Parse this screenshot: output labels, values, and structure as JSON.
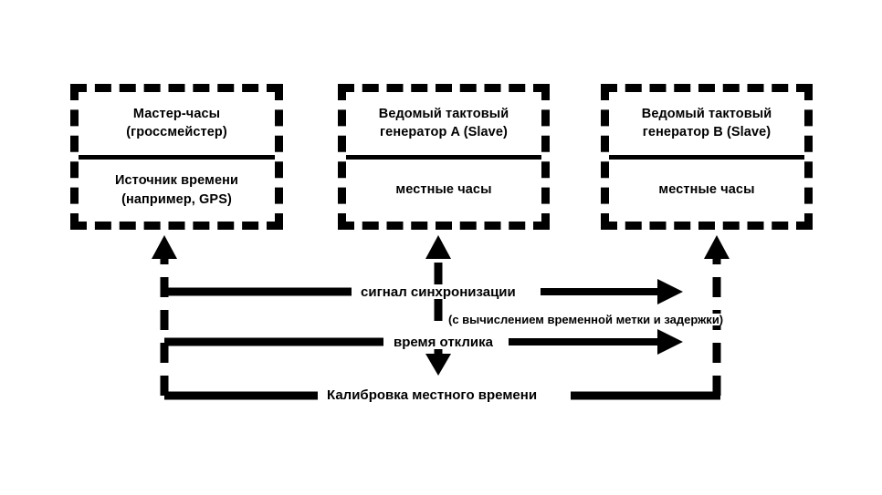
{
  "diagram": {
    "title": "Clock synchronization between master clock and slave clock generators",
    "colors": {
      "stroke": "#000000",
      "background": "#ffffff",
      "text": "#000000"
    },
    "nodes": [
      {
        "id": "master",
        "upper_label": "Мастер-часы\n(гроссмейстер)",
        "lower_label": "Источник времени\n(например, GPS)"
      },
      {
        "id": "slave-a",
        "upper_label": "Ведомый тактовый\nгенератор A (Slave)",
        "lower_label": "местные часы"
      },
      {
        "id": "slave-b",
        "upper_label": "Ведомый тактовый\nгенератор B (Slave)",
        "lower_label": "местные часы"
      }
    ],
    "edges": [
      {
        "id": "sync-signal",
        "label": "сигнал синхронизации",
        "direction": "master-to-slaves"
      },
      {
        "id": "sync-note",
        "label": "(с вычислением временной метки и задержки)",
        "direction": "annotation"
      },
      {
        "id": "response-time",
        "label": "время отклика",
        "direction": "slaves-to-master"
      },
      {
        "id": "local-time-calibration",
        "label": "Калибровка местного времени",
        "direction": "bidirectional"
      }
    ]
  }
}
